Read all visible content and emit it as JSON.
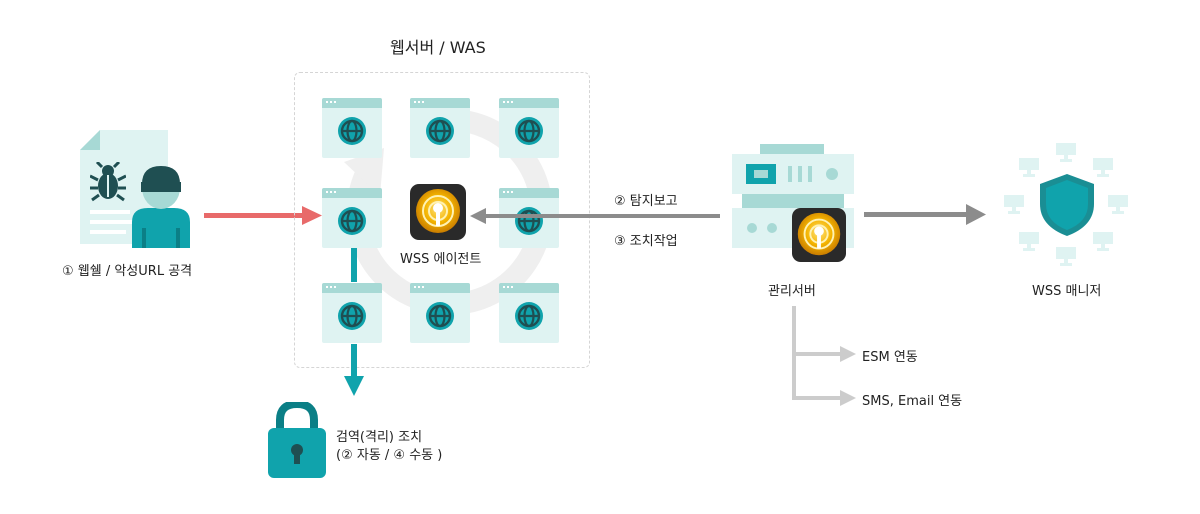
{
  "labels": {
    "server_title": "웹서버 / WAS",
    "attack": "① 웹쉘 / 악성URL 공격",
    "agent": "WSS 에이전트",
    "report": "② 탐지보고",
    "action": "③ 조치작업",
    "mgmt": "관리서버",
    "manager": "WSS 매니저",
    "esm": "ESM 연동",
    "sms": "SMS, Email 연동",
    "quarantine_1": "검역(격리) 조치",
    "quarantine_2": "(② 자동 / ④ 수동 )"
  },
  "colors": {
    "teal": "#10a3ac",
    "teal_dark": "#1a8e94",
    "teal_light": "#dff3f2",
    "red_arrow": "#e86a6a",
    "gray_arrow": "#8c8c8c",
    "light_gray": "#cccccc"
  },
  "icons": [
    "document-icon",
    "hacker-icon",
    "globe-window-icon",
    "wss-agent-icon",
    "server-icon",
    "shield-icon",
    "lock-icon",
    "monitor-icon"
  ]
}
